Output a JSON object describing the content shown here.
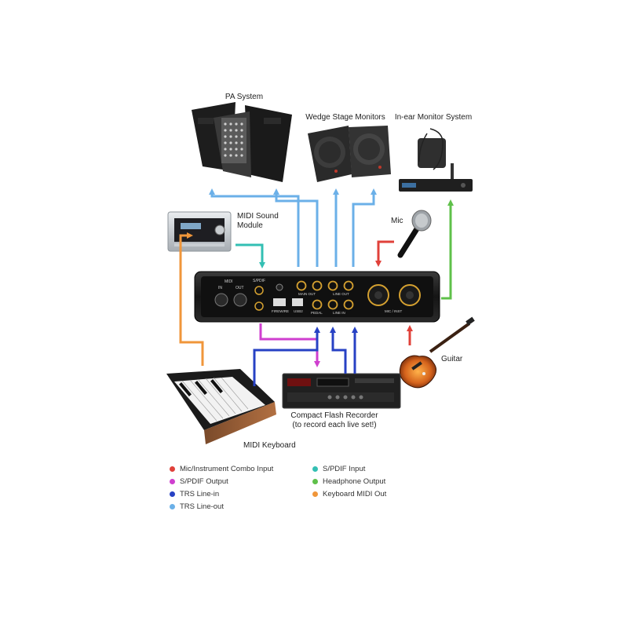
{
  "colors": {
    "mic_input": "#e0413a",
    "spdif_output": "#cf3fcf",
    "trs_line_in": "#2741c4",
    "trs_line_out": "#6bb0e8",
    "spdif_input": "#33bfb3",
    "headphone_output": "#5fc04a",
    "keyboard_midi_out": "#f0963a"
  },
  "devices": {
    "pa_system": "PA System",
    "wedge_monitors": "Wedge Stage Monitors",
    "in_ear_monitor": "In-ear Monitor System",
    "midi_sound_module_line1": "MIDI Sound",
    "midi_sound_module_line2": "Module",
    "mic": "Mic",
    "guitar": "Guitar",
    "recorder_line1": "Compact Flash Recorder",
    "recorder_line2": "(to record each live set!)",
    "midi_keyboard": "MIDI Keyboard"
  },
  "interface_panel": {
    "midi_label": "MIDI",
    "in_label": "IN",
    "out_label": "OUT",
    "spdif_label": "S/PDIF",
    "firewire_label": "FIREWIRE",
    "usb_label": "USB2",
    "pedal_label": "PEDAL",
    "main_out_label": "MAIN OUT",
    "line_out_label": "LINE OUT",
    "line_in_label": "LINE IN",
    "mic_inst_label": "MIC / INST"
  },
  "legend": {
    "items": [
      {
        "label": "Mic/Instrument Combo Input",
        "color_key": "mic_input"
      },
      {
        "label": "S/PDIF Output",
        "color_key": "spdif_output"
      },
      {
        "label": "TRS Line-in",
        "color_key": "trs_line_in"
      },
      {
        "label": "TRS Line-out",
        "color_key": "trs_line_out"
      },
      {
        "label": "S/PDIF Input",
        "color_key": "spdif_input"
      },
      {
        "label": "Headphone Output",
        "color_key": "headphone_output"
      },
      {
        "label": "Keyboard MIDI Out",
        "color_key": "keyboard_midi_out"
      }
    ]
  }
}
